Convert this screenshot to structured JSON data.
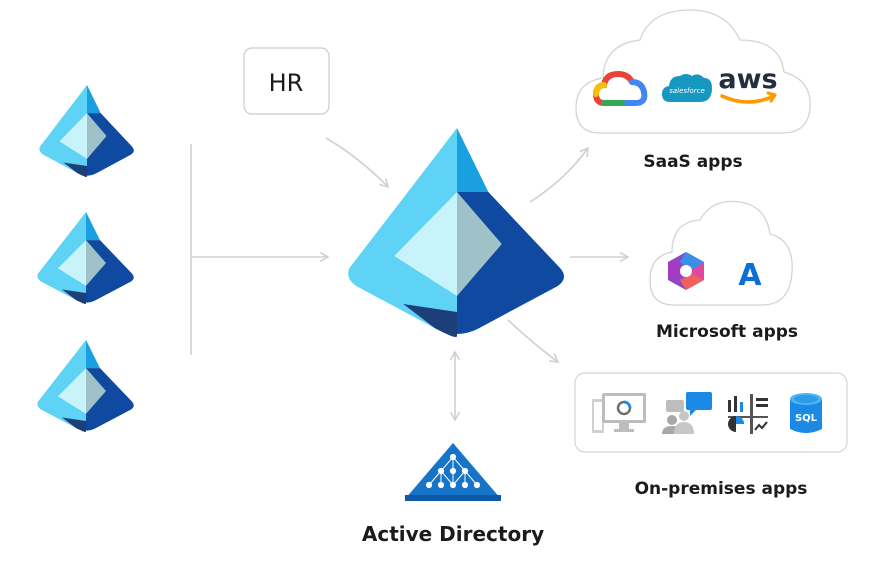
{
  "hr_label": "HR",
  "saas_label": "SaaS apps",
  "microsoft_label": "Microsoft apps",
  "onprem_label": "On-premises apps",
  "ad_label": "Active Directory",
  "saas_icons": [
    "google-cloud-icon",
    "salesforce-icon",
    "aws-icon"
  ],
  "saas_logo_text": {
    "salesforce": "salesforce",
    "aws": "aws"
  },
  "microsoft_icons": [
    "microsoft-365-icon",
    "azure-icon"
  ],
  "azure_glyph": "A",
  "onprem_icons": [
    "remote-desktop-icon",
    "chat-users-icon",
    "analytics-icon",
    "sql-database-icon"
  ],
  "sql_text": "SQL",
  "colors": {
    "entra_light": "#5ed3f6",
    "entra_mid": "#1a9fe0",
    "entra_dark": "#0f4aa0",
    "entra_deep": "#1c3f7a",
    "entra_center": "#c8f3fb",
    "entra_center_right": "#9fc1c8",
    "ad_blue": "#1675c9",
    "connector": "#d0d0d0",
    "cloud_stroke": "#d4d4d4"
  }
}
